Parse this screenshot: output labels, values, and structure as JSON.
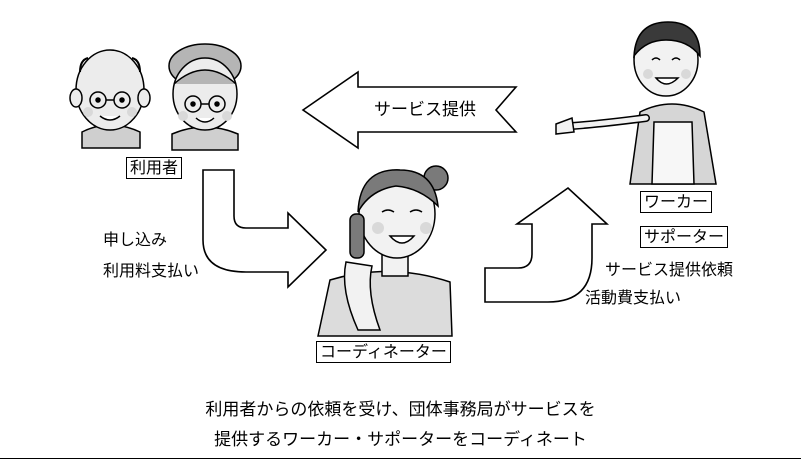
{
  "labels": {
    "user": "利用者",
    "worker_line1": "ワーカー",
    "worker_line2": "サポーター",
    "coordinator": "コーディネーター"
  },
  "arrows": {
    "service": "サービス提供"
  },
  "notes": {
    "apply": "申し込み",
    "pay_fee": "利用料支払い",
    "request_service": "サービス提供依頼",
    "pay_activity": "活動費支払い"
  },
  "caption": {
    "line1": "利用者からの依頼を受け、団体事務局がサービスを",
    "line2": "提供するワーカー・サポーターをコーディネート"
  }
}
